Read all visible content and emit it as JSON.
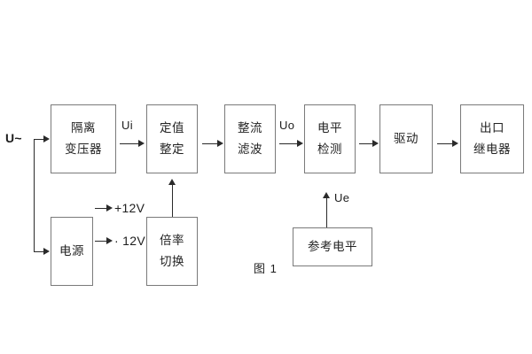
{
  "diagram": {
    "caption": "图 1",
    "input_label": "U~",
    "blocks": [
      {
        "id": "isolation-transformer",
        "lines": [
          "隔离",
          "变压器"
        ]
      },
      {
        "id": "setpoint-setting",
        "lines": [
          "定值",
          "整定"
        ]
      },
      {
        "id": "rectifier-filter",
        "lines": [
          "整流",
          "滤波"
        ]
      },
      {
        "id": "level-detection",
        "lines": [
          "电平",
          "检测"
        ]
      },
      {
        "id": "drive",
        "lines": [
          "驱动"
        ]
      },
      {
        "id": "output-relay",
        "lines": [
          "出口",
          "继电器"
        ]
      },
      {
        "id": "power-supply",
        "lines": [
          "电源"
        ]
      },
      {
        "id": "multiplier-switch",
        "lines": [
          "倍率",
          "切换"
        ]
      },
      {
        "id": "reference-level",
        "lines": [
          "参考电平"
        ]
      }
    ],
    "signals": {
      "ui": "Ui",
      "uo": "Uo",
      "ue": "Ue"
    },
    "power_rails": [
      {
        "id": "rail-positive",
        "label": "+12V"
      },
      {
        "id": "rail-negative",
        "label": "· 12V"
      }
    ],
    "colors": {
      "block_border": "#7a7a7a",
      "line": "#2a2a2a",
      "text": "#222222",
      "background": "#ffffff"
    }
  }
}
